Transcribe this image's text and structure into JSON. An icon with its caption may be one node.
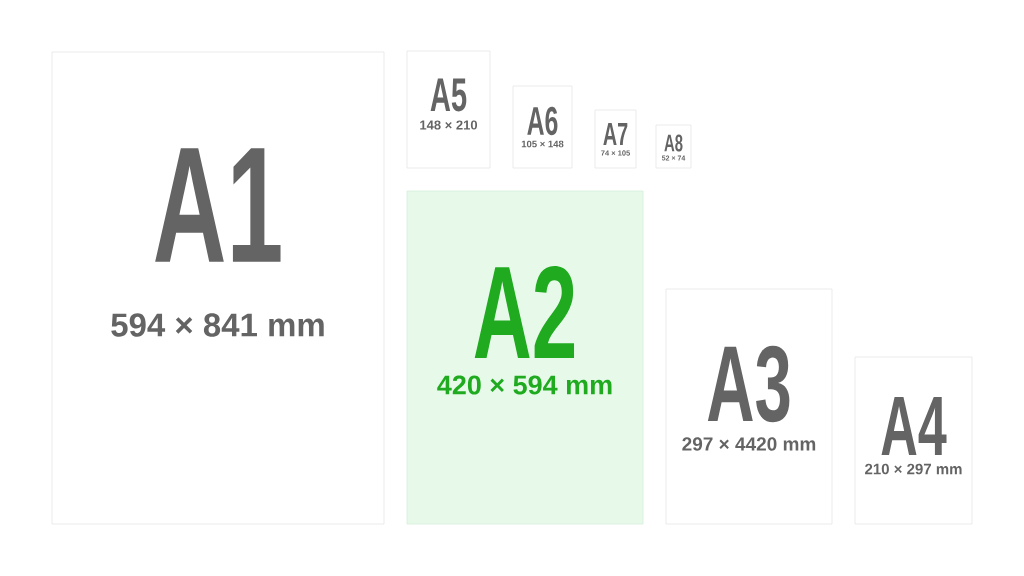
{
  "diagram": {
    "nodes": [
      {
        "text": [
          "A1",
          "594 × 841 mm"
        ]
      },
      {
        "text": [
          "A5",
          "148 × 210"
        ]
      },
      {
        "text": [
          "A6",
          "105 × 148"
        ]
      },
      {
        "text": [
          "A7",
          "74 × 105"
        ]
      },
      {
        "text": [
          "A8",
          "52 × 74"
        ]
      },
      {
        "text": [
          "A2",
          "420 × 594 mm"
        ]
      },
      {
        "text": [
          "A3",
          "297 × 4420 mm"
        ]
      },
      {
        "text": [
          "A4",
          "210 × 297 mm"
        ]
      }
    ]
  }
}
